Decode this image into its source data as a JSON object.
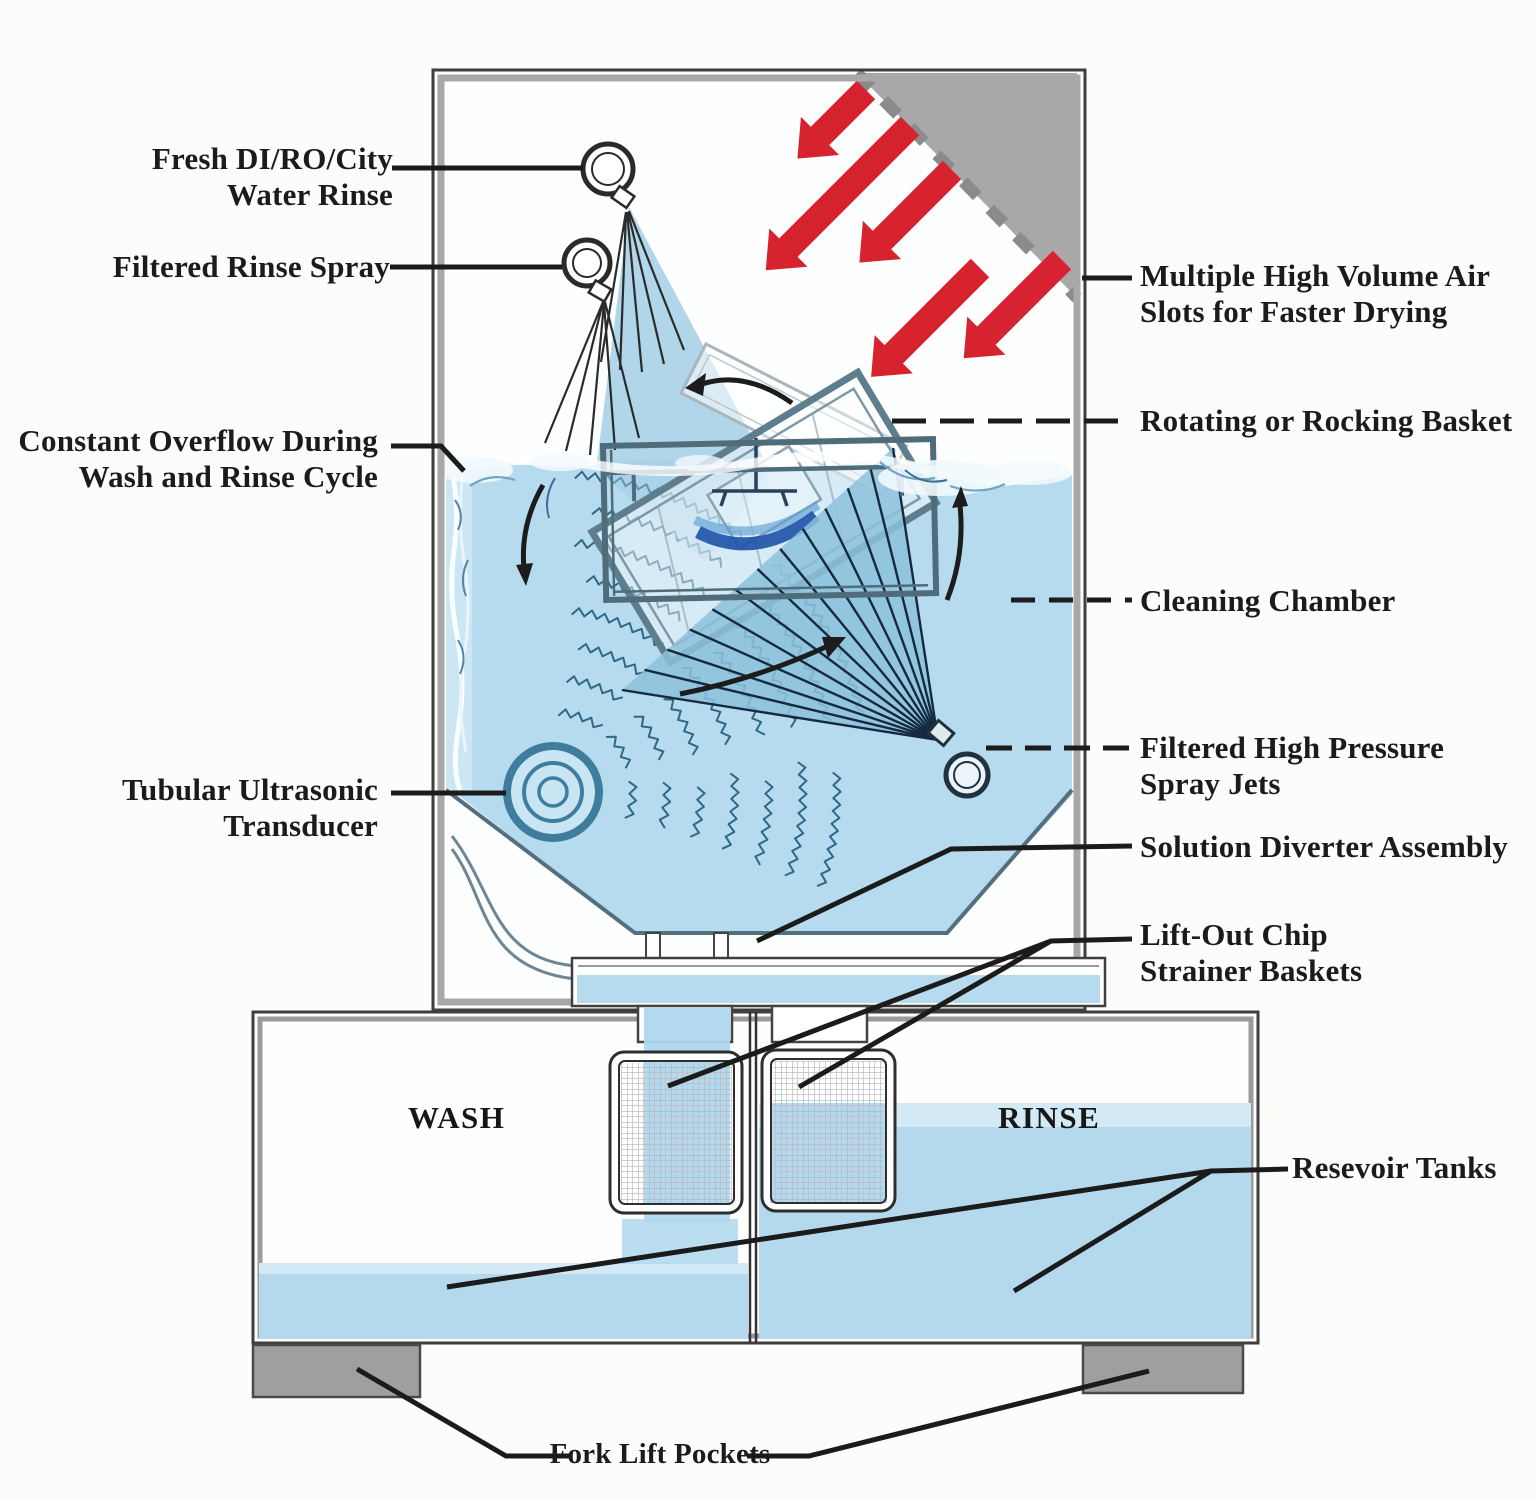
{
  "diagram": {
    "labels": {
      "fresh_water_rinse": "Fresh DI/RO/City\nWater Rinse",
      "filtered_rinse_spray": "Filtered Rinse Spray",
      "constant_overflow": "Constant Overflow During\nWash and Rinse Cycle",
      "ultrasonic_transducer": "Tubular Ultrasonic\nTransducer",
      "air_slots": "Multiple High Volume Air\nSlots for Faster Drying",
      "rotating_basket": "Rotating or Rocking Basket",
      "cleaning_chamber": "Cleaning Chamber",
      "spray_jets": "Filtered High Pressure\nSpray Jets",
      "solution_diverter": "Solution Diverter Assembly",
      "chip_strainer_baskets": "Lift-Out Chip\nStrainer Baskets",
      "reservoir_tanks": "Resevoir Tanks",
      "fork_lift_pockets": "Fork Lift Pockets",
      "wash_tank": "WASH",
      "rinse_tank": "RINSE"
    },
    "colors": {
      "water": "#b7dbee",
      "reservoir_water": "#b5d9ec",
      "spray_fan": "#8cc2dc",
      "spray_cone": "#a6d0e6",
      "air_arrow_red": "#d7232f",
      "air_plenum_gray": "#a8a8a8",
      "steel_outline": "#54707e",
      "ultrasonic_wave": "#2e6886",
      "label_text": "#1b1b1b",
      "basket_water_dark_blue": "#1d52a8"
    }
  }
}
